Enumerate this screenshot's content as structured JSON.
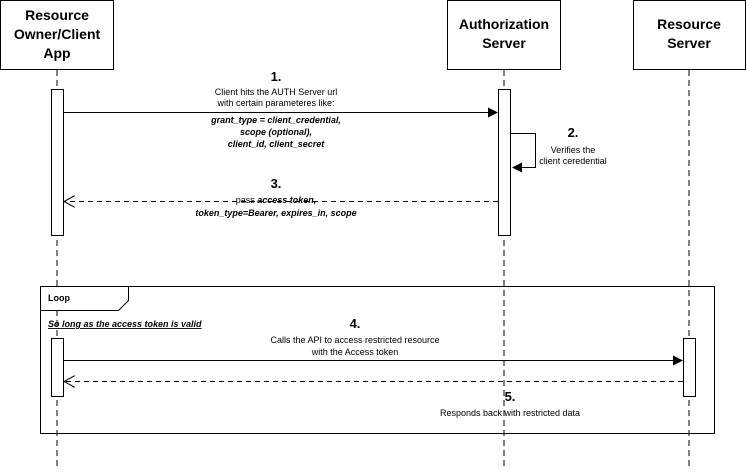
{
  "actors": {
    "client": {
      "title_lines": [
        "Resource",
        "Owner/Client",
        "App"
      ]
    },
    "auth": {
      "title_lines": [
        "Authorization",
        "Server"
      ]
    },
    "resource": {
      "title_lines": [
        "Resource",
        "Server"
      ]
    }
  },
  "messages": {
    "m1": {
      "number": "1.",
      "lines": [
        {
          "text": "Client hits the AUTH Server url",
          "style": "normal"
        },
        {
          "text": "with certain parameteres like:",
          "style": "normal"
        },
        {
          "text": "grant_type = client_credential,",
          "style": "italic"
        },
        {
          "text": "scope (optional),",
          "style": "italic"
        },
        {
          "text": "client_id, client_secret",
          "style": "italic"
        }
      ]
    },
    "m2": {
      "number": "2.",
      "lines": [
        {
          "text": "Verifies the",
          "style": "normal"
        },
        {
          "text": "client ceredential",
          "style": "normal"
        }
      ]
    },
    "m3": {
      "number": "3.",
      "line1_plain": "pass ",
      "line1_italic": "access token,",
      "line2": "token_type=Bearer, expires_in, scope"
    },
    "m4": {
      "number": "4.",
      "lines": [
        {
          "text": "Calls the API to access restricted resource",
          "style": "normal"
        },
        {
          "text": "with the Access token",
          "style": "normal"
        }
      ]
    },
    "m5": {
      "number": "5.",
      "lines": [
        {
          "text": "Responds back with restricted data",
          "style": "normal"
        }
      ]
    }
  },
  "loop": {
    "label": "Loop",
    "guard": "So long as the access token is valid"
  }
}
